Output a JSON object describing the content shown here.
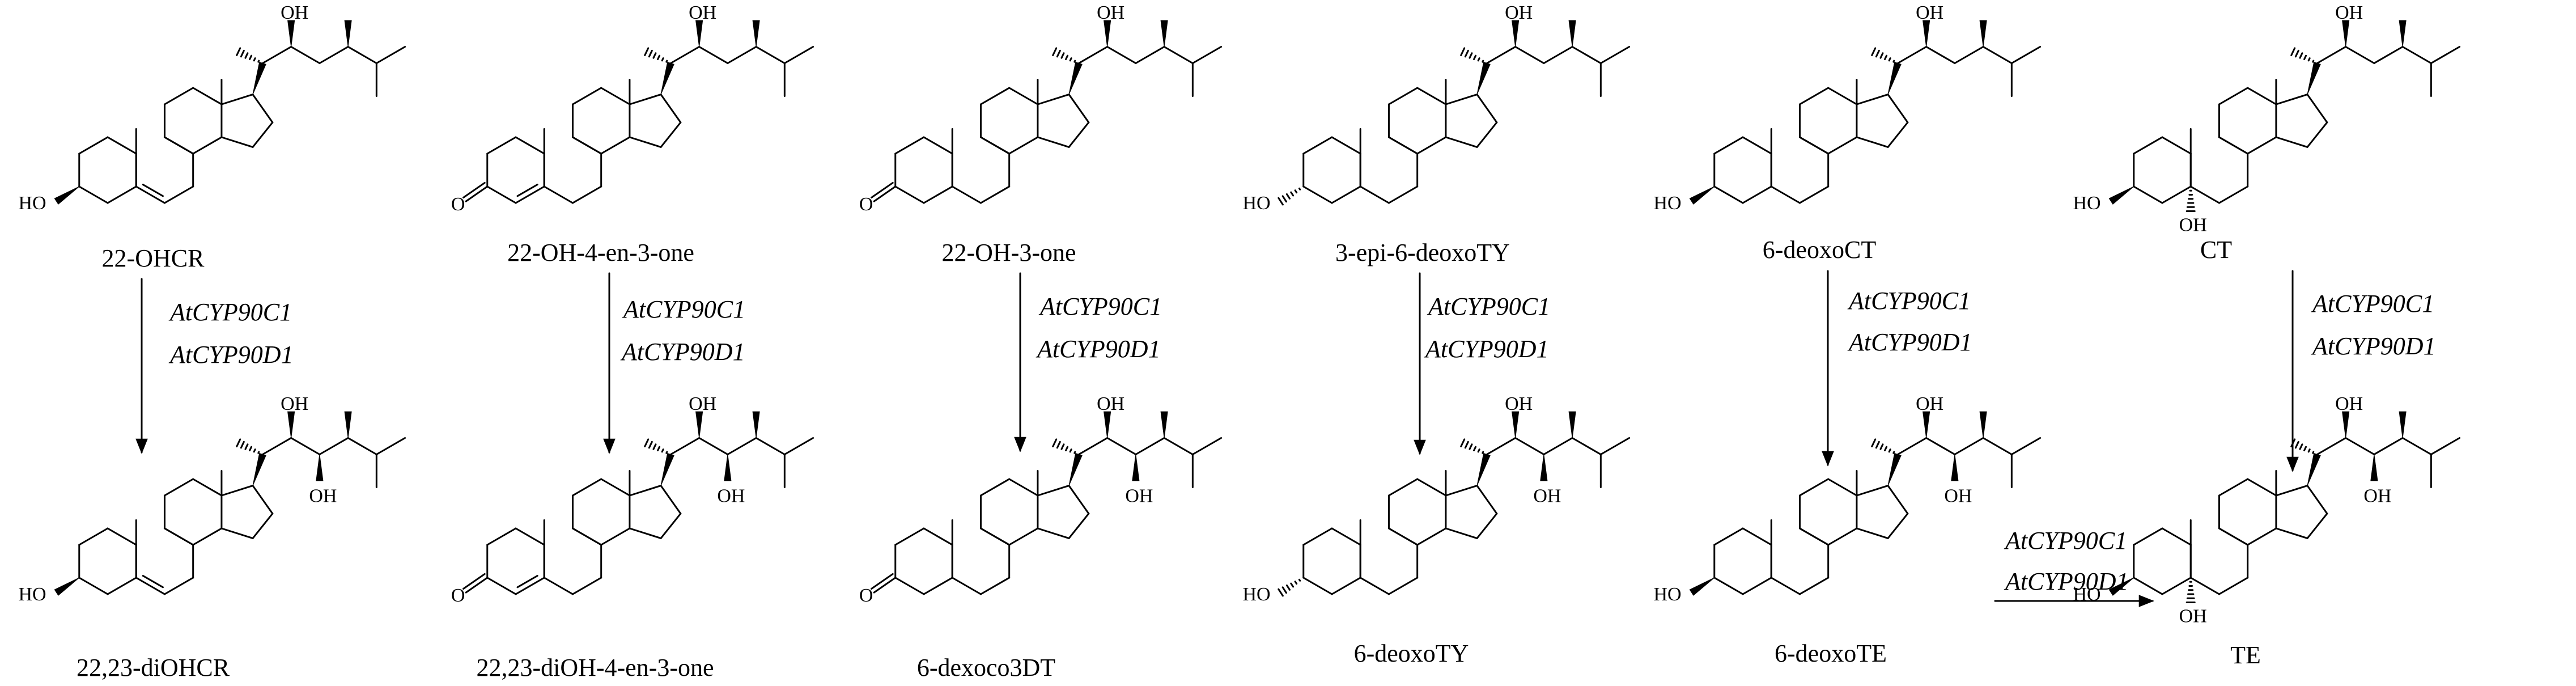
{
  "compounds": {
    "top": [
      "22-OHCR",
      "22-OH-4-en-3-one",
      "22-OH-3-one",
      "3-epi-6-deoxoTY",
      "6-deoxoCT",
      "CT"
    ],
    "bottom": [
      "22,23-diOHCR",
      "22,23-diOH-4-en-3-one",
      "6-dexoco3DT",
      "6-deoxoTY",
      "6-deoxoTE",
      "TE"
    ]
  },
  "enzymes": [
    "AtCYP90C1",
    "AtCYP90D1"
  ],
  "atoms": {
    "oh": "OH",
    "ho": "HO",
    "o": "O"
  },
  "reactions": [
    {
      "from": "22-OHCR",
      "to": "22,23-diOHCR",
      "direction": "down"
    },
    {
      "from": "22-OH-4-en-3-one",
      "to": "22,23-diOH-4-en-3-one",
      "direction": "down"
    },
    {
      "from": "22-OH-3-one",
      "to": "6-dexoco3DT",
      "direction": "down"
    },
    {
      "from": "3-epi-6-deoxoTY",
      "to": "6-deoxoTY",
      "direction": "down"
    },
    {
      "from": "6-deoxoCT",
      "to": "6-deoxoTE",
      "direction": "down"
    },
    {
      "from": "CT",
      "to": "TE",
      "direction": "down"
    },
    {
      "from": "6-deoxoTE",
      "to": "TE",
      "direction": "right"
    }
  ]
}
